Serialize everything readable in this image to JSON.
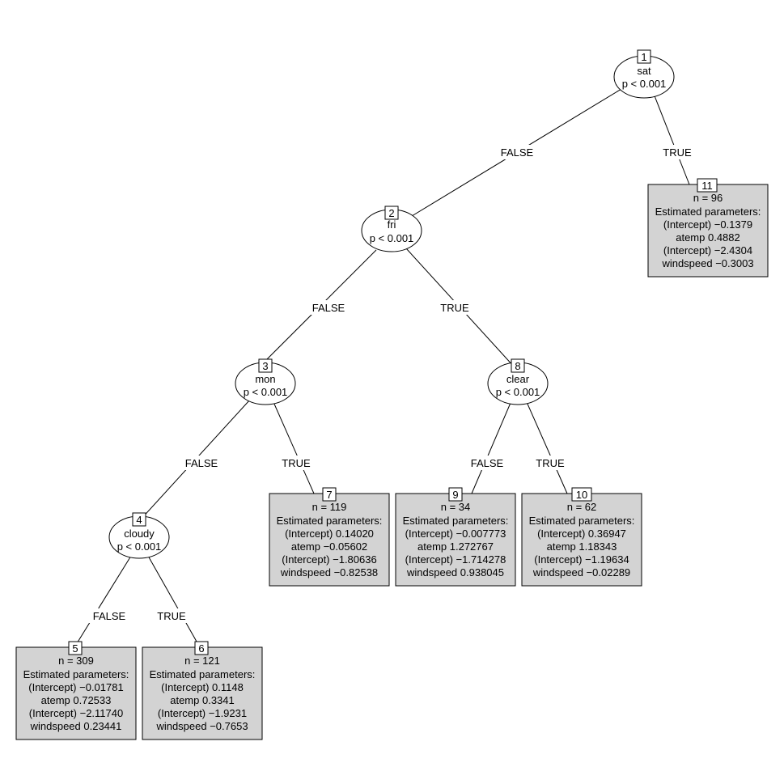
{
  "colors": {
    "leaf_fill": "#d3d3d3",
    "stroke": "#000000",
    "background": "#ffffff"
  },
  "edge_labels": {
    "false": "FALSE",
    "true": "TRUE"
  },
  "inner_nodes": [
    {
      "id": "1",
      "var": "sat",
      "p": "p < 0.001"
    },
    {
      "id": "2",
      "var": "fri",
      "p": "p < 0.001"
    },
    {
      "id": "3",
      "var": "mon",
      "p": "p < 0.001"
    },
    {
      "id": "4",
      "var": "cloudy",
      "p": "p < 0.001"
    },
    {
      "id": "8",
      "var": "clear",
      "p": "p < 0.001"
    }
  ],
  "leaves": [
    {
      "id": "5",
      "n": "n = 309",
      "header": "Estimated parameters:",
      "params": [
        "(Intercept) −0.01781",
        "atemp 0.72533",
        "(Intercept) −2.11740",
        "windspeed 0.23441"
      ]
    },
    {
      "id": "6",
      "n": "n = 121",
      "header": "Estimated parameters:",
      "params": [
        "(Intercept) 0.1148",
        "atemp 0.3341",
        "(Intercept) −1.9231",
        "windspeed −0.7653"
      ]
    },
    {
      "id": "7",
      "n": "n = 119",
      "header": "Estimated parameters:",
      "params": [
        "(Intercept) 0.14020",
        "atemp −0.05602",
        "(Intercept) −1.80636",
        "windspeed −0.82538"
      ]
    },
    {
      "id": "9",
      "n": "n = 34",
      "header": "Estimated parameters:",
      "params": [
        "(Intercept) −0.007773",
        "atemp 1.272767",
        "(Intercept) −1.714278",
        "windspeed 0.938045"
      ]
    },
    {
      "id": "10",
      "n": "n = 62",
      "header": "Estimated parameters:",
      "params": [
        "(Intercept) 0.36947",
        "atemp 1.18343",
        "(Intercept) −1.19634",
        "windspeed −0.02289"
      ]
    },
    {
      "id": "11",
      "n": "n = 96",
      "header": "Estimated parameters:",
      "params": [
        "(Intercept) −0.1379",
        "atemp 0.4882",
        "(Intercept) −2.4304",
        "windspeed −0.3003"
      ]
    }
  ]
}
